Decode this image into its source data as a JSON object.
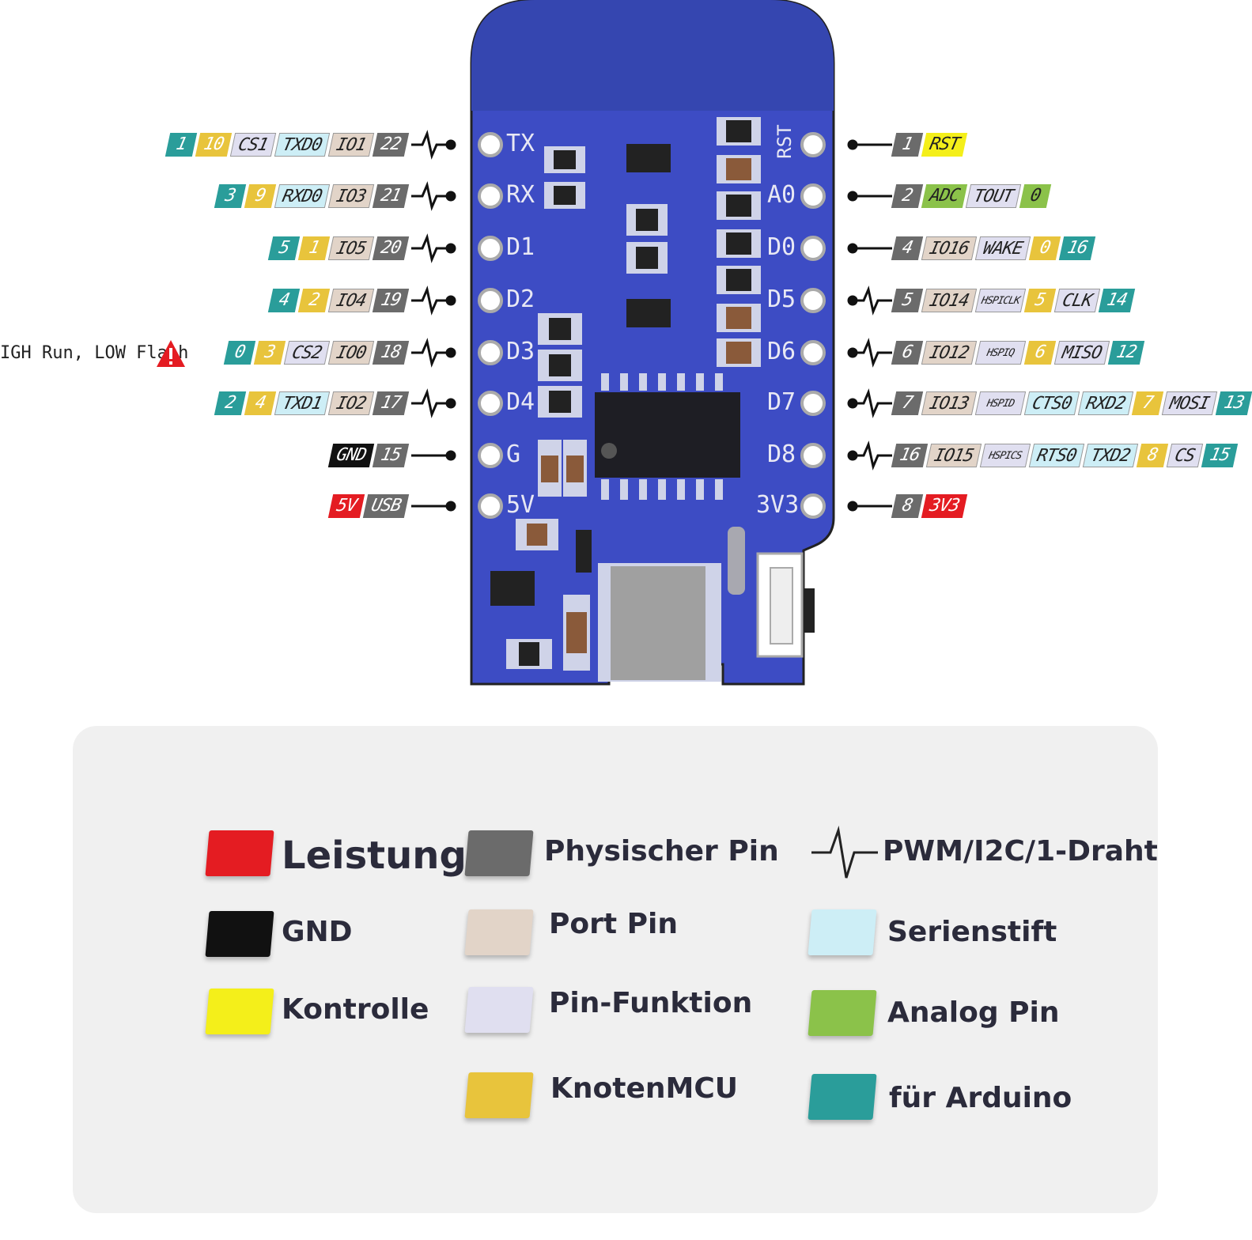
{
  "board": {
    "left_pins": [
      "TX",
      "RX",
      "D1",
      "D2",
      "D3",
      "D4",
      "G",
      "5V"
    ],
    "right_pins": [
      "RST",
      "A0",
      "D0",
      "D5",
      "D6",
      "D7",
      "D8",
      "3V3"
    ]
  },
  "left_rows": [
    [
      {
        "c": "ard",
        "t": "1"
      },
      {
        "c": "node",
        "t": "10"
      },
      {
        "c": "func",
        "t": "CS1"
      },
      {
        "c": "serial",
        "t": "TXD0"
      },
      {
        "c": "port",
        "t": "IO1"
      },
      {
        "c": "gray",
        "t": "22"
      }
    ],
    [
      {
        "c": "ard",
        "t": "3"
      },
      {
        "c": "node",
        "t": "9"
      },
      {
        "c": "serial",
        "t": "RXD0"
      },
      {
        "c": "port",
        "t": "IO3"
      },
      {
        "c": "gray",
        "t": "21"
      }
    ],
    [
      {
        "c": "ard",
        "t": "5"
      },
      {
        "c": "node",
        "t": "1"
      },
      {
        "c": "port",
        "t": "IO5"
      },
      {
        "c": "gray",
        "t": "20"
      }
    ],
    [
      {
        "c": "ard",
        "t": "4"
      },
      {
        "c": "node",
        "t": "2"
      },
      {
        "c": "port",
        "t": "IO4"
      },
      {
        "c": "gray",
        "t": "19"
      }
    ],
    [
      {
        "c": "ard",
        "t": "0"
      },
      {
        "c": "node",
        "t": "3"
      },
      {
        "c": "func",
        "t": "CS2"
      },
      {
        "c": "port",
        "t": "IO0"
      },
      {
        "c": "gray",
        "t": "18"
      }
    ],
    [
      {
        "c": "ard",
        "t": "2"
      },
      {
        "c": "node",
        "t": "4"
      },
      {
        "c": "serial",
        "t": "TXD1"
      },
      {
        "c": "port",
        "t": "IO2"
      },
      {
        "c": "gray",
        "t": "17"
      }
    ],
    [
      {
        "c": "black",
        "t": "GND"
      },
      {
        "c": "gray",
        "t": "15"
      }
    ],
    [
      {
        "c": "red",
        "t": "5V"
      },
      {
        "c": "gray",
        "t": "USB"
      }
    ]
  ],
  "right_rows": [
    [
      {
        "c": "gray",
        "t": "1"
      },
      {
        "c": "yellow",
        "t": "RST"
      }
    ],
    [
      {
        "c": "gray",
        "t": "2"
      },
      {
        "c": "analog",
        "t": "ADC"
      },
      {
        "c": "func",
        "t": "TOUT"
      },
      {
        "c": "analog",
        "t": "0"
      }
    ],
    [
      {
        "c": "gray",
        "t": "4"
      },
      {
        "c": "port",
        "t": "IO16"
      },
      {
        "c": "func",
        "t": "WAKE"
      },
      {
        "c": "node",
        "t": "0"
      },
      {
        "c": "ard",
        "t": "16"
      }
    ],
    [
      {
        "c": "gray",
        "t": "5"
      },
      {
        "c": "port",
        "t": "IO14"
      },
      {
        "c": "func",
        "t": "HSPICLK",
        "s": 1
      },
      {
        "c": "node",
        "t": "5"
      },
      {
        "c": "func",
        "t": "CLK"
      },
      {
        "c": "ard",
        "t": "14"
      }
    ],
    [
      {
        "c": "gray",
        "t": "6"
      },
      {
        "c": "port",
        "t": "IO12"
      },
      {
        "c": "func",
        "t": "HSPIQ",
        "s": 1
      },
      {
        "c": "node",
        "t": "6"
      },
      {
        "c": "func",
        "t": "MISO"
      },
      {
        "c": "ard",
        "t": "12"
      }
    ],
    [
      {
        "c": "gray",
        "t": "7"
      },
      {
        "c": "port",
        "t": "IO13"
      },
      {
        "c": "func",
        "t": "HSPID",
        "s": 1
      },
      {
        "c": "serial",
        "t": "CTS0"
      },
      {
        "c": "serial",
        "t": "RXD2"
      },
      {
        "c": "node",
        "t": "7"
      },
      {
        "c": "func",
        "t": "MOSI"
      },
      {
        "c": "ard",
        "t": "13"
      }
    ],
    [
      {
        "c": "gray",
        "t": "16"
      },
      {
        "c": "port",
        "t": "IO15"
      },
      {
        "c": "func",
        "t": "HSPICS",
        "s": 1
      },
      {
        "c": "serial",
        "t": "RTS0"
      },
      {
        "c": "serial",
        "t": "TXD2"
      },
      {
        "c": "node",
        "t": "8"
      },
      {
        "c": "func",
        "t": "CS"
      },
      {
        "c": "ard",
        "t": "15"
      }
    ],
    [
      {
        "c": "gray",
        "t": "8"
      },
      {
        "c": "red",
        "t": "3V3"
      }
    ]
  ],
  "warning_text": "IGH Run, LOW Flash",
  "legend": {
    "items": [
      {
        "label": "Leistung",
        "color": "#e41c22"
      },
      {
        "label": "GND",
        "color": "#111111"
      },
      {
        "label": "Kontrolle",
        "color": "#f4ef1a"
      },
      {
        "label": "Physischer Pin",
        "color": "#6b6b6b"
      },
      {
        "label": "Port Pin",
        "color": "#e2d4c8"
      },
      {
        "label": "Pin-Funktion",
        "color": "#e0dff0"
      },
      {
        "label": "KnotenMCU",
        "color": "#e8c43c"
      },
      {
        "label": "PWM/I2C/1-Draht",
        "color": ""
      },
      {
        "label": "Serienstift",
        "color": "#cdeef6"
      },
      {
        "label": "Analog Pin",
        "color": "#8bc24a"
      },
      {
        "label": "für Arduino",
        "color": "#2a9d9a"
      }
    ]
  }
}
